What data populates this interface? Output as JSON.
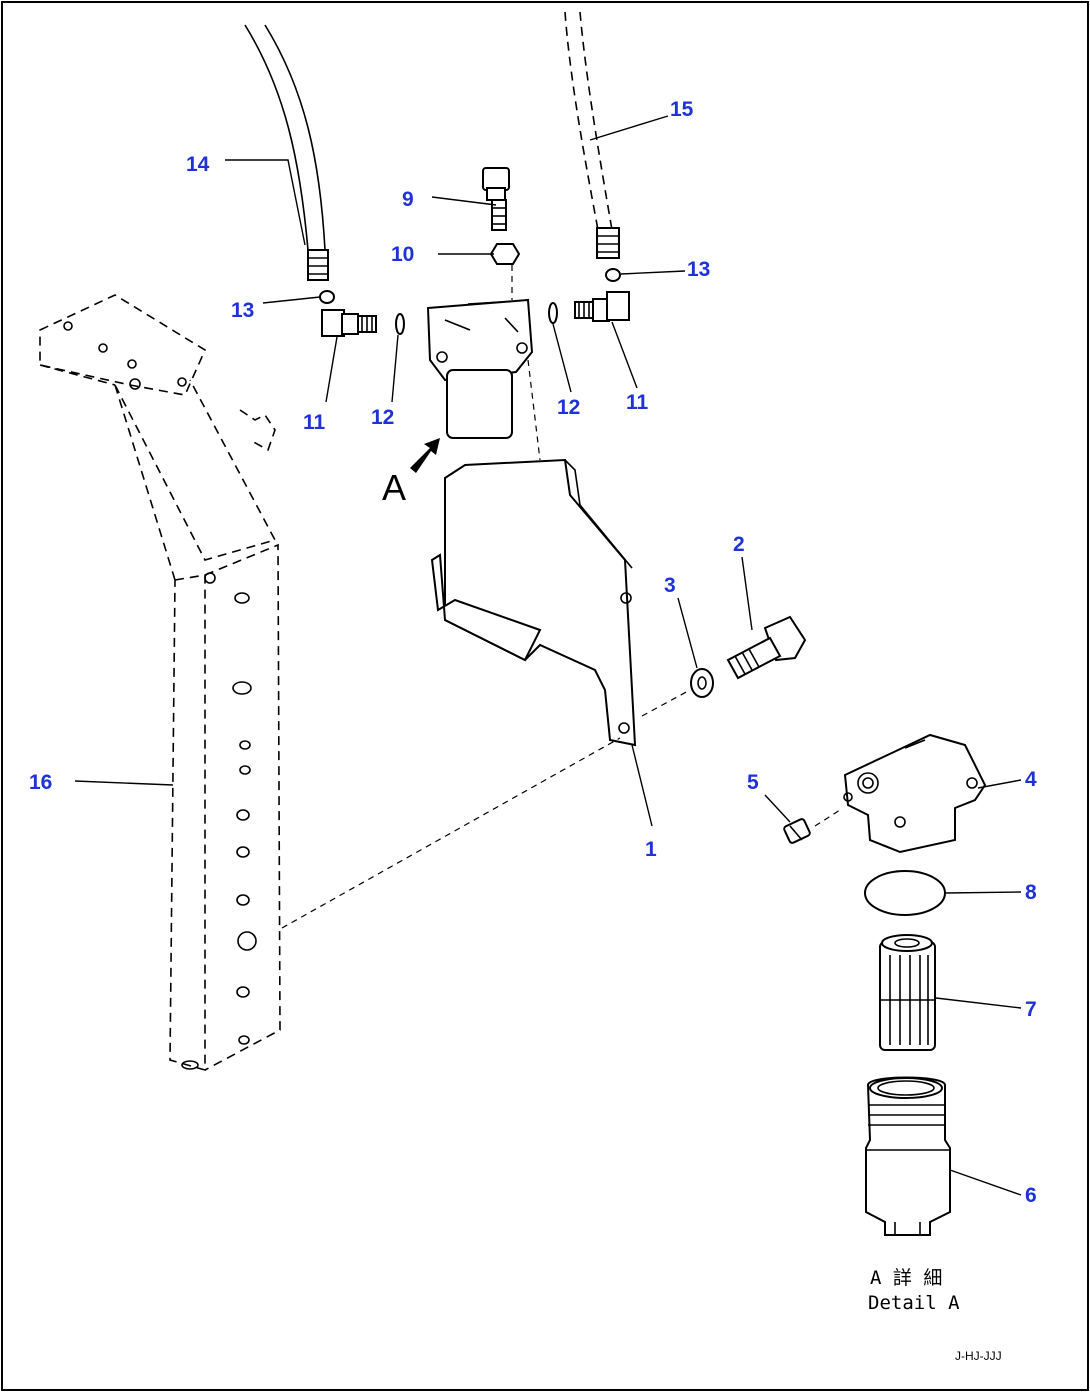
{
  "callouts": [
    {
      "id": "14",
      "label": "14"
    },
    {
      "id": "9",
      "label": "9"
    },
    {
      "id": "15",
      "label": "15"
    },
    {
      "id": "10",
      "label": "10"
    },
    {
      "id": "13a",
      "label": "13"
    },
    {
      "id": "13b",
      "label": "13"
    },
    {
      "id": "11a",
      "label": "11"
    },
    {
      "id": "12a",
      "label": "12"
    },
    {
      "id": "12b",
      "label": "12"
    },
    {
      "id": "11b",
      "label": "11"
    },
    {
      "id": "2",
      "label": "2"
    },
    {
      "id": "3",
      "label": "3"
    },
    {
      "id": "16",
      "label": "16"
    },
    {
      "id": "5",
      "label": "5"
    },
    {
      "id": "4",
      "label": "4"
    },
    {
      "id": "1",
      "label": "1"
    },
    {
      "id": "8",
      "label": "8"
    },
    {
      "id": "7",
      "label": "7"
    },
    {
      "id": "6",
      "label": "6"
    }
  ],
  "view_marker": "A",
  "detail_note": {
    "line1": "A 詳 細",
    "line2": "Detail A"
  },
  "drawing_code": "J-HJ-JJJ",
  "colors": {
    "callout": "#1e32d8",
    "line": "#000000"
  }
}
